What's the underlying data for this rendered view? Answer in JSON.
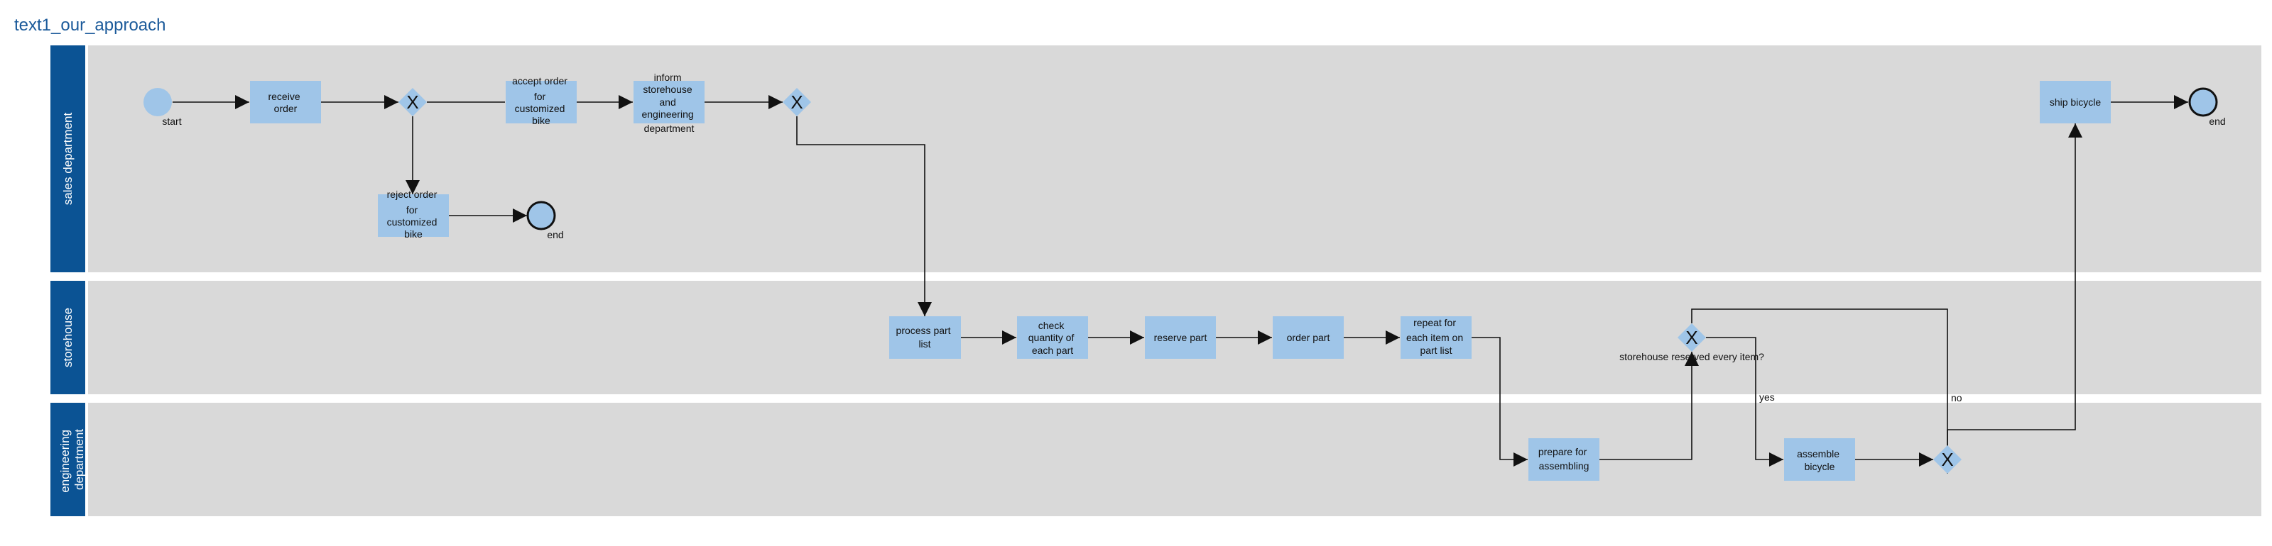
{
  "title": "text1_our_approach",
  "lanes": [
    {
      "id": "sales",
      "label": "sales department"
    },
    {
      "id": "storehouse",
      "label": "storehouse"
    },
    {
      "id": "engineering",
      "label_lines": [
        "engineering",
        "department"
      ]
    }
  ],
  "events": [
    {
      "id": "start",
      "label": "start"
    },
    {
      "id": "end_reject",
      "label": "end"
    },
    {
      "id": "end_ship",
      "label": "end"
    }
  ],
  "tasks": [
    {
      "id": "receive_order",
      "lines": [
        "receive",
        "order"
      ]
    },
    {
      "id": "accept_order",
      "lines": [
        "accept order",
        "for",
        "customized",
        "bike"
      ]
    },
    {
      "id": "inform",
      "lines": [
        "inform",
        "storehouse",
        "and",
        "engineering",
        "department"
      ]
    },
    {
      "id": "reject_order",
      "lines": [
        "reject order",
        "for",
        "customized",
        "bike"
      ]
    },
    {
      "id": "process_part_list",
      "lines": [
        "process part",
        "list"
      ]
    },
    {
      "id": "check_quantity",
      "lines": [
        "check",
        "quantity of",
        "each part"
      ]
    },
    {
      "id": "reserve_part",
      "lines": [
        "reserve part"
      ]
    },
    {
      "id": "order_part",
      "lines": [
        "order part"
      ]
    },
    {
      "id": "repeat",
      "lines": [
        "repeat for",
        "each item on",
        "part list"
      ]
    },
    {
      "id": "prepare",
      "lines": [
        "prepare for",
        "assembling"
      ]
    },
    {
      "id": "assemble",
      "lines": [
        "assemble",
        "bicycle"
      ]
    },
    {
      "id": "ship",
      "lines": [
        "ship bicycle"
      ]
    }
  ],
  "gateways": [
    {
      "id": "gw_accept",
      "mark": "X",
      "label": ""
    },
    {
      "id": "gw_inform",
      "mark": "X",
      "label": ""
    },
    {
      "id": "gw_reserved",
      "mark": "X",
      "label": "storehouse reserved every item?"
    },
    {
      "id": "gw_merge",
      "mark": "X",
      "label": ""
    }
  ],
  "flow_labels": {
    "yes": "yes",
    "no": "no"
  },
  "colors": {
    "lane_header": "#0b5394",
    "lane_body": "#d9d9d9",
    "task_fill": "#9fc5e8",
    "start_fill": "#9fc5e8",
    "end_fill": "#9fc5e8",
    "title": "#1b5a9a",
    "line": "#111111"
  }
}
